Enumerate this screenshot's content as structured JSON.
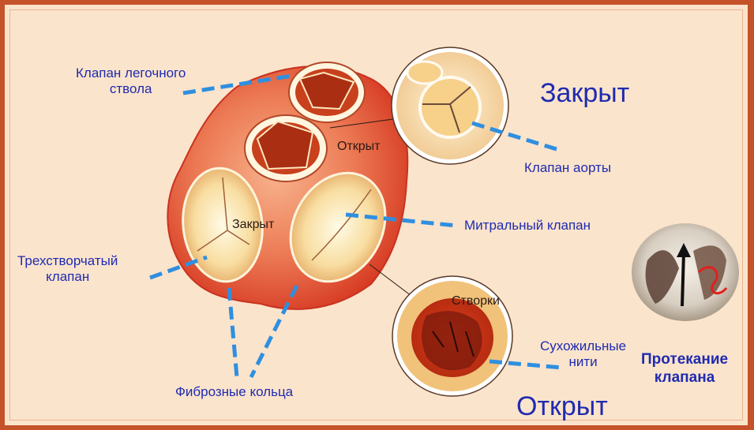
{
  "labels": {
    "pulmonary_valve": [
      "Клапан легочного",
      "ствола"
    ],
    "aortic_valve": "Клапан аорты",
    "mitral_valve": "Митральный клапан",
    "tricuspid_valve": [
      "Трехстворчатый",
      "клапан"
    ],
    "fibrous_rings": "Фиброзные кольца",
    "chordae": [
      "Сухожильные",
      "нити"
    ],
    "regurgitation": [
      "Протекание",
      "клапана"
    ]
  },
  "states": {
    "closed_big": "Закрыт",
    "open_big": "Открыт",
    "open_small": "Открыт",
    "closed_small": "Закрыт",
    "leaflets": "Створки"
  },
  "colors": {
    "frame": "#c4522a",
    "background": "#fbe4cc",
    "label_text": "#1f2bb0",
    "leader_line": "#2f8fe0",
    "heart_tissue": "#e0452c",
    "valve_cream": "#fdf0c8"
  }
}
